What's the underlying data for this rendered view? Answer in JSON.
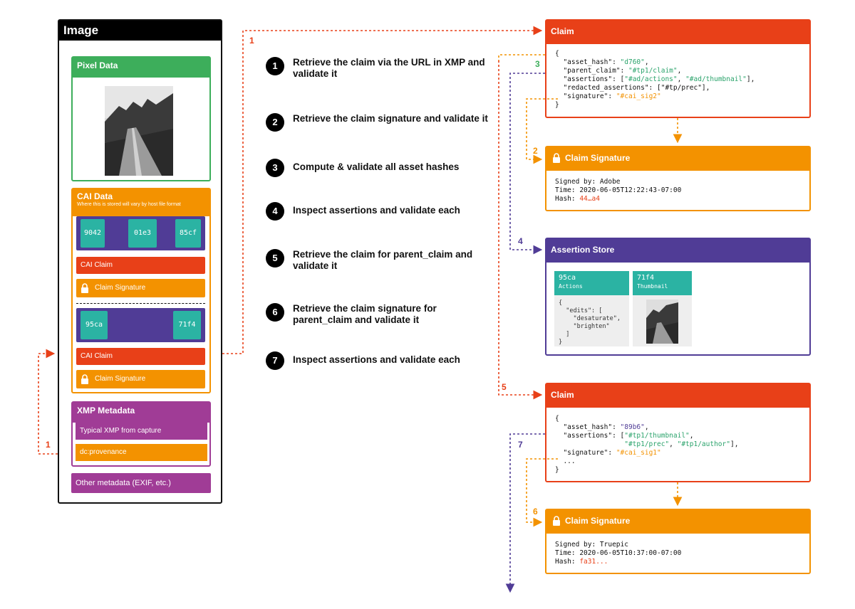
{
  "image_panel": {
    "title": "Image",
    "pixel_data": {
      "title": "Pixel Data"
    },
    "cai_data": {
      "title": "CAI Data",
      "note": "Where this is stored will vary by host file format",
      "group1": {
        "hashes": [
          "9042",
          "01e3",
          "85cf"
        ],
        "claim": "CAI Claim",
        "signature": "Claim Signature"
      },
      "group2": {
        "hashes": [
          "95ca",
          "71f4"
        ],
        "claim": "CAI Claim",
        "signature": "Claim Signature"
      }
    },
    "xmp": {
      "title": "XMP Metadata",
      "items": [
        "Typical XMP from capture",
        "dc:provenance"
      ]
    },
    "other": "Other metadata (EXIF, etc.)"
  },
  "steps": [
    {
      "num": "1",
      "text": "Retrieve the claim via the URL in XMP and validate it"
    },
    {
      "num": "2",
      "text": "Retrieve the claim signature and validate it"
    },
    {
      "num": "3",
      "text": "Compute & validate all asset hashes"
    },
    {
      "num": "4",
      "text": "Inspect assertions and validate each"
    },
    {
      "num": "5",
      "text": "Retrieve the claim for parent_claim and validate it"
    },
    {
      "num": "6",
      "text": "Retrieve the claim signature for parent_claim and validate it"
    },
    {
      "num": "7",
      "text": "Inspect assertions and validate each"
    }
  ],
  "claim1": {
    "title": "Claim",
    "open": "{",
    "k1": "\"asset_hash\": ",
    "v1": "\"d760\"",
    "k2": "\"parent_claim\": ",
    "v2": "\"#tp1/claim\"",
    "k3": "\"assertions\": [",
    "v3a": "\"#ad/actions\"",
    "v3b": "\"#ad/thumbnail\"",
    "e3": "],",
    "k4": "\"redacted_assertions\": [\"#tp/prec\"],",
    "k5": "\"signature\": ",
    "v5": "\"#cai_sig2\"",
    "close": "}"
  },
  "sig1": {
    "title": "Claim Signature",
    "signed": "Signed by: Adobe",
    "time": "Time: 2020-06-05T12:22:43-07:00",
    "hash_label": "Hash: ",
    "hash_value": "44…a4"
  },
  "assertion_store": {
    "title": "Assertion Store",
    "tile1": {
      "hash": "95ca",
      "label": "Actions",
      "code": "{\n  \"edits\": [\n    \"desaturate\",\n    \"brighten\"\n  ]\n}"
    },
    "tile2": {
      "hash": "71f4",
      "label": "Thumbnail"
    }
  },
  "claim2": {
    "title": "Claim",
    "open": "{",
    "k1": "\"asset_hash\": ",
    "v1": "\"89b6\"",
    "k2": "\"assertions\": [",
    "v2a": "\"#tp1/thumbnail\"",
    "v2b": "\"#tp1/prec\"",
    "v2c": "\"#tp1/author\"",
    "e2": "],",
    "k3": "\"signature\": ",
    "v3": "\"#cai_sig1\"",
    "ellipsis": "...",
    "close": "}"
  },
  "sig2": {
    "title": "Claim Signature",
    "signed": "Signed by: Truepic",
    "time": "Time: 2020-06-05T10:37:00-07:00",
    "hash_label": "Hash: ",
    "hash_value": "fa31..."
  },
  "connector_labels": {
    "l1a": "1",
    "l1b": "1",
    "l2": "2",
    "l3": "3",
    "l4": "4",
    "l5": "5",
    "l6": "6",
    "l7": "7"
  },
  "colors": {
    "red": "#e84018",
    "orange": "#f39200",
    "green": "#3dae5b",
    "purple": "#503c96",
    "magenta": "#a03c96",
    "teal": "#2bb3a3"
  }
}
